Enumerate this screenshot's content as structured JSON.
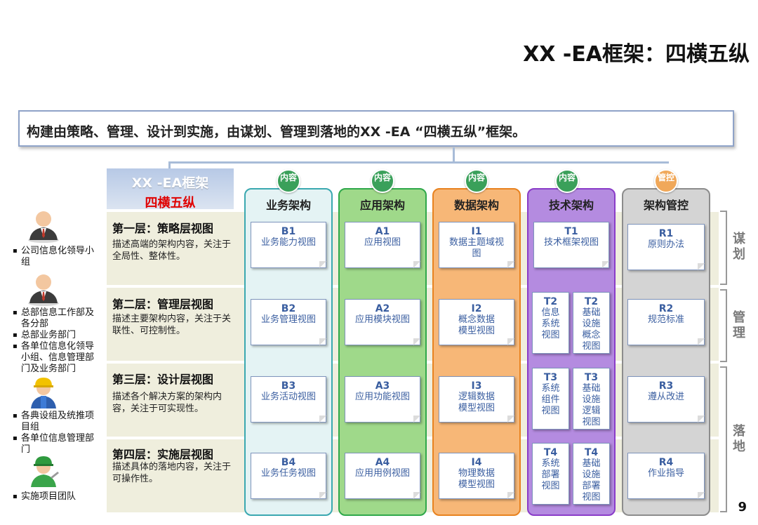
{
  "title": "XX -EA框架：四横五纵",
  "banner": "构建由策略、管理、设计到实施，由谋划、管理到落地的XX -EA “四横五纵”框架。",
  "framework": {
    "line1": "XX -EA框架",
    "line2": "四横五纵"
  },
  "layers": [
    {
      "title": "第一层：策略层视图",
      "desc": "描述高端的架构内容，关注于全局性、整体性。"
    },
    {
      "title": "第二层：管理层视图",
      "desc": "描述主要架构内容，关注于关联性、可控制性。"
    },
    {
      "title": "第三层：设计层视图",
      "desc": "描述各个解决方案的架构内容，关注于可实现性。"
    },
    {
      "title": "第四层：实施层视图",
      "desc": "描述具体的落地内容，关注于可操作性。"
    }
  ],
  "columns": [
    {
      "title": "业务架构",
      "badge": "内容",
      "color": "#3aa8b0",
      "bg": "#e4f3f4",
      "badge_color": "#3aa05a",
      "cards": [
        {
          "code": "B1",
          "name": "业务能力视图"
        },
        {
          "code": "B2",
          "name": "业务管理视图"
        },
        {
          "code": "B3",
          "name": "业务活动视图"
        },
        {
          "code": "B4",
          "name": "业务任务视图"
        }
      ]
    },
    {
      "title": "应用架构",
      "badge": "内容",
      "color": "#2fa84a",
      "bg": "#9fd98a",
      "badge_color": "#3aa05a",
      "cards": [
        {
          "code": "A1",
          "name": "应用视图"
        },
        {
          "code": "A2",
          "name": "应用模块视图"
        },
        {
          "code": "A3",
          "name": "应用功能视图"
        },
        {
          "code": "A4",
          "name": "应用用例视图"
        }
      ]
    },
    {
      "title": "数据架构",
      "badge": "内容",
      "color": "#e8821f",
      "bg": "#f7b777",
      "badge_color": "#3aa05a",
      "cards": [
        {
          "code": "I1",
          "name": "数据主题域视图"
        },
        {
          "code": "I2",
          "name": "概念数据模型视图"
        },
        {
          "code": "I3",
          "name": "逻辑数据模型视图"
        },
        {
          "code": "I4",
          "name": "物理数据模型视图"
        }
      ]
    },
    {
      "title": "技术架构",
      "badge": "内容",
      "color": "#8a3cc8",
      "bg": "#b48be0",
      "badge_color": "#3aa05a",
      "cards": [
        {
          "code": "T1",
          "name": "技术框架视图"
        },
        {
          "code": "T2",
          "name": "信息系统视图",
          "code2": "T2",
          "name2": "基础设施概念视图"
        },
        {
          "code": "T3",
          "name": "系统组件视图",
          "code2": "T3",
          "name2": "基础设施逻辑视图"
        },
        {
          "code": "T4",
          "name": "系统部署视图",
          "code2": "T4",
          "name2": "基础设施部署视图"
        }
      ]
    },
    {
      "title": "架构管控",
      "badge": "管控",
      "color": "#8c8c8c",
      "bg": "#d4d4d4",
      "badge_color": "#f0a85a",
      "cards": [
        {
          "code": "R1",
          "name": "原则办法"
        },
        {
          "code": "R2",
          "name": "规范标准"
        },
        {
          "code": "R3",
          "name": "遵从改进"
        },
        {
          "code": "R4",
          "name": "作业指导"
        }
      ]
    }
  ],
  "side_labels": [
    "谋划",
    "管理",
    "落地"
  ],
  "roles": [
    {
      "icon": "manager-icon",
      "items": [
        "公司信息化领导小组"
      ]
    },
    {
      "icon": "manager-icon",
      "items": [
        "总部信息工作部及各分部",
        "总部业务部门",
        "各单位信息化领导小组、信息管理部门及业务部门"
      ]
    },
    {
      "icon": "engineer-icon",
      "items": [
        "各典设组及统推项目组",
        "各单位信息管理部门"
      ]
    },
    {
      "icon": "worker-icon",
      "items": [
        "实施项目团队"
      ]
    }
  ],
  "page_number": "9"
}
